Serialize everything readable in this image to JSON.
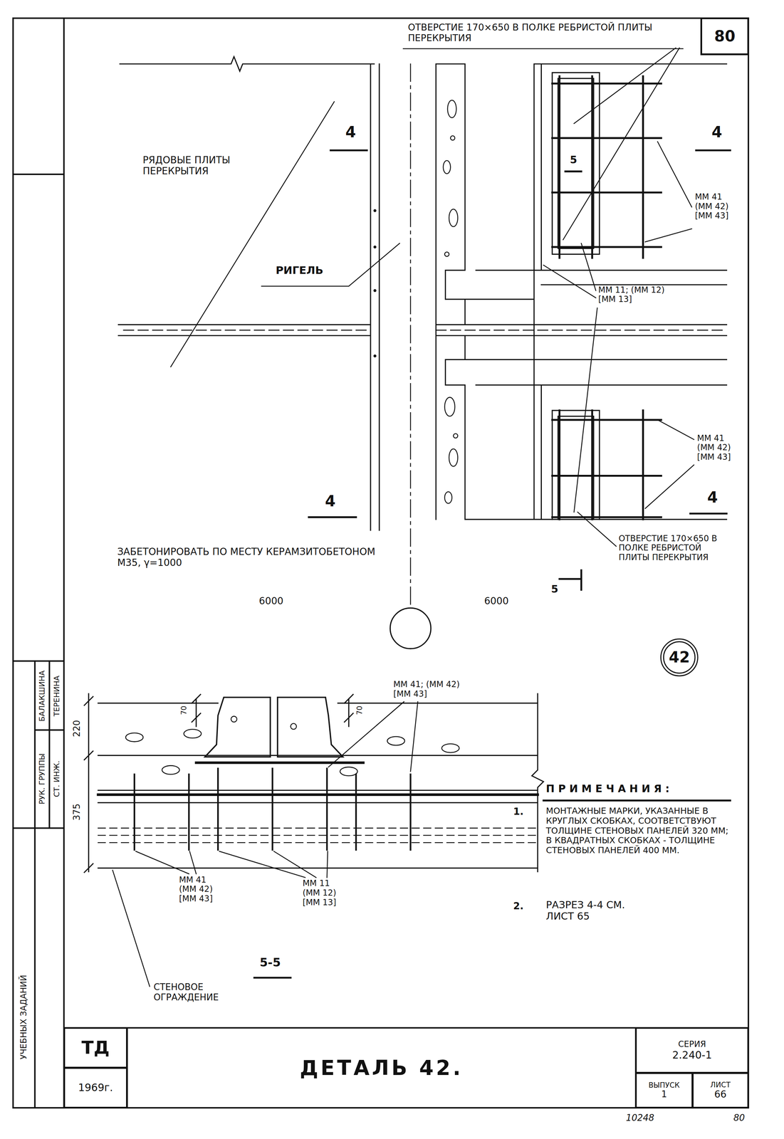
{
  "diagram": {
    "title": "ДЕТАЛЬ 42.",
    "nodes": [
      {
        "text": [
          "80"
        ]
      },
      {
        "text": [
          "42"
        ]
      },
      {
        "text": [
          "ТД"
        ]
      },
      {
        "text": [
          "1969г."
        ]
      },
      {
        "text": [
          "СЕРИЯ",
          "2.240-1"
        ]
      },
      {
        "text": [
          "ВЫПУСК",
          "1"
        ]
      },
      {
        "text": [
          "ЛИСТ",
          "66"
        ]
      }
    ],
    "labels": [
      "ОТВЕРСТИЕ 170×650 В ПОЛКЕ РЕБРИСТОЙ ПЛИТЫ ПЕРЕКРЫТИЯ",
      "4",
      "РЯДОВЫЕ ПЛИТЫ ПЕРЕКРЫТИЯ",
      "5",
      "4",
      "ММ 41 (ММ 42) [ММ 43]",
      "РИГЕЛЬ",
      "ММ 11; (ММ 12) [ММ 13]",
      "ММ 41 (ММ 42) [ММ 43]",
      "4",
      "4",
      "ЗАБЕТОНИРОВАТЬ ПО МЕСТУ КЕРАМЗИТОБЕТОНОМ М35, γ=1000",
      "ОТВЕРСТИЕ 170×650 В ПОЛКЕ РЕБРИСТОЙ ПЛИТЫ ПЕРЕКРЫТИЯ",
      "5",
      "6000",
      "6000",
      "220",
      "70",
      "70",
      "ММ 41; (ММ 42) [ММ 43]",
      "375",
      "ММ 41 (ММ 42) [ММ 43]",
      "ММ 11 (ММ 12) [ММ 13]",
      "5-5",
      "СТЕНОВОЕ ОГРАЖДЕНИЕ",
      "ПРИМЕЧАНИЯ:",
      "1.",
      "МОНТАЖНЫЕ МАРКИ, УКАЗАННЫЕ В КРУГЛЫХ СКОБКАХ, СООТВЕТСТВУЮТ ТОЛЩИНЕ СТЕНОВЫХ ПАНЕЛЕЙ 320 ММ; В КВАДРАТНЫХ СКОБКАХ - ТОЛЩИНЕ СТЕНОВЫХ ПАНЕЛЕЙ 400 ММ.",
      "2.",
      "РАЗРЕЗ 4-4 СМ. ЛИСТ 65",
      "УЧЕБНЫХ ЗАДАНИЙ",
      "РУК. ГРУППЫ",
      "СТ. ИНЖ.",
      "БАЛАКШИНА",
      "ТЕРЕНИНА",
      "10248",
      "80"
    ]
  }
}
